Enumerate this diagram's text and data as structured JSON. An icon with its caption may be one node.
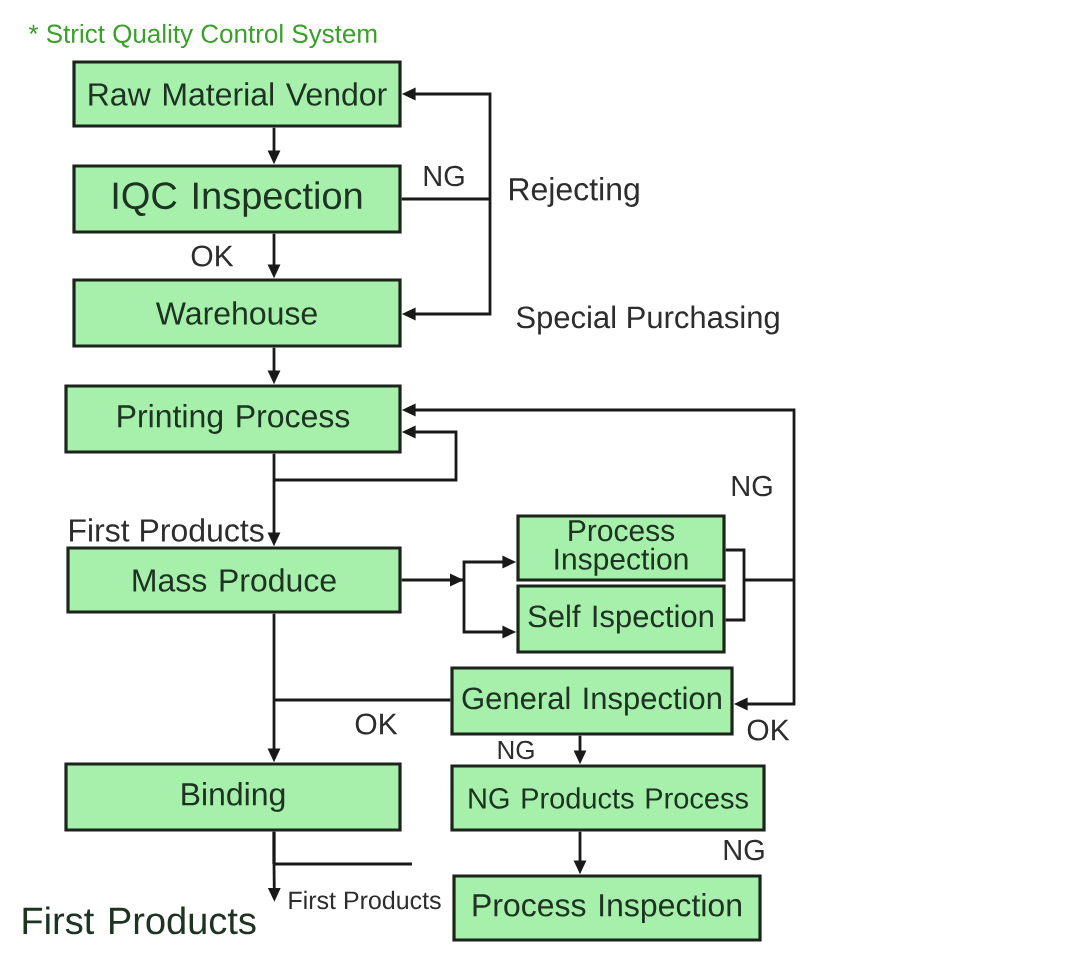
{
  "diagram": {
    "title": "* Strict Quality Control System",
    "nodes": [
      {
        "text": [
          "Raw Material Vendor"
        ]
      },
      {
        "text": [
          "IQC Inspection"
        ]
      },
      {
        "text": [
          "Warehouse"
        ]
      },
      {
        "text": [
          "Printing Process"
        ]
      },
      {
        "text": [
          "Mass Produce"
        ]
      },
      {
        "text": [
          "Process Inspection"
        ]
      },
      {
        "text": [
          "Self Ispection"
        ]
      },
      {
        "text": [
          "General Inspection"
        ]
      },
      {
        "text": [
          "Binding"
        ]
      },
      {
        "text": [
          "NG Products Process"
        ]
      },
      {
        "text": [
          "Process Inspection"
        ]
      },
      {
        "text": [
          "First Products"
        ]
      }
    ],
    "edges": [
      {
        "from": 0,
        "to": 1,
        "arrow": "to"
      },
      {
        "from": 1,
        "to": 2,
        "arrow": "to",
        "label": "OK"
      },
      {
        "from": 1,
        "to": 0,
        "arrow": "to",
        "label": "Rejecting"
      },
      {
        "from": 1,
        "to": 2,
        "arrow": "to",
        "label": "Special Purchasing"
      },
      {
        "from": 2,
        "to": 3,
        "arrow": "to"
      },
      {
        "from": 3,
        "to": 4,
        "arrow": "to",
        "label": "First Products"
      },
      {
        "from": 3,
        "to": 3,
        "arrow": "to"
      },
      {
        "from": 4,
        "to": 5,
        "arrow": "to"
      },
      {
        "from": 4,
        "to": 6,
        "arrow": "to"
      },
      {
        "from": 5,
        "to": 3,
        "arrow": "to",
        "label": "NG"
      },
      {
        "from": 5,
        "to": 7,
        "arrow": "to",
        "label": "OK"
      },
      {
        "from": 6,
        "to": 3,
        "arrow": "to"
      },
      {
        "from": 6,
        "to": 7,
        "arrow": "to"
      },
      {
        "from": 4,
        "to": 8,
        "arrow": "to"
      },
      {
        "from": 7,
        "to": 8,
        "arrow": "to",
        "label": "OK"
      },
      {
        "from": 7,
        "to": 9,
        "arrow": "to",
        "label": "NG"
      },
      {
        "from": 9,
        "to": 10,
        "arrow": "to",
        "label": "NG"
      },
      {
        "from": 8,
        "to": 11,
        "arrow": "to"
      },
      {
        "from": 8,
        "to": null,
        "arrow": "none",
        "label": "First Products"
      }
    ],
    "labels": [
      "NG"
    ]
  }
}
